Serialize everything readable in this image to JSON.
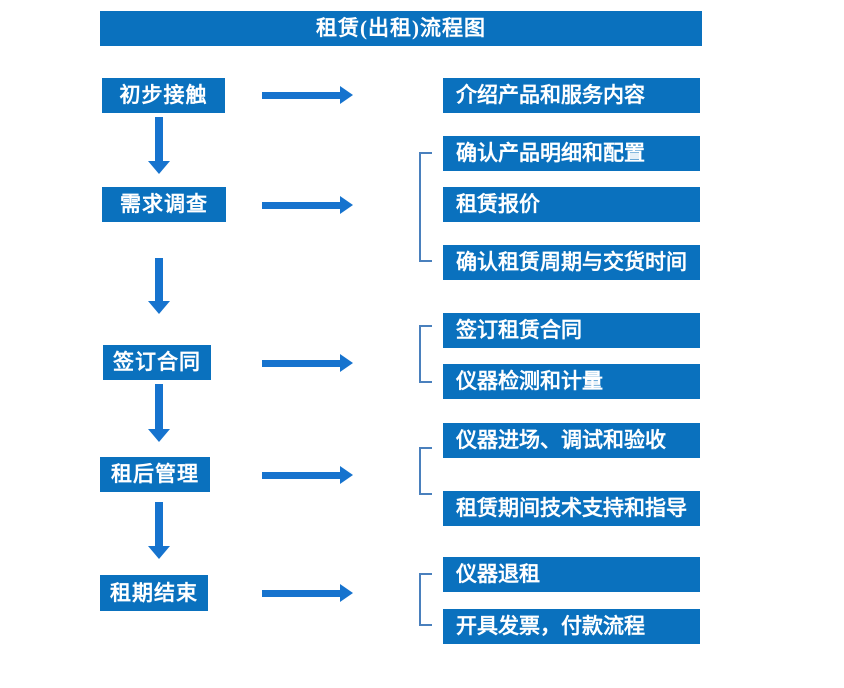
{
  "title": "租赁(出租)流程图",
  "colors": {
    "box": "#0A71BE",
    "arrow": "#1673CE",
    "bracket": "#4A80BD",
    "text": "#ffffff",
    "background": "#ffffff"
  },
  "steps": [
    {
      "label": "初步接触",
      "details": [
        "介绍产品和服务内容"
      ]
    },
    {
      "label": "需求调查",
      "details": [
        "确认产品明细和配置",
        "租赁报价",
        "确认租赁周期与交货时间"
      ]
    },
    {
      "label": "签订合同",
      "details": [
        "签订租赁合同",
        "仪器检测和计量"
      ]
    },
    {
      "label": "租后管理",
      "details": [
        "仪器进场、调试和验收",
        "租赁期间技术支持和指导"
      ]
    },
    {
      "label": "租期结束",
      "details": [
        "仪器退租",
        "开具发票，付款流程"
      ]
    }
  ]
}
